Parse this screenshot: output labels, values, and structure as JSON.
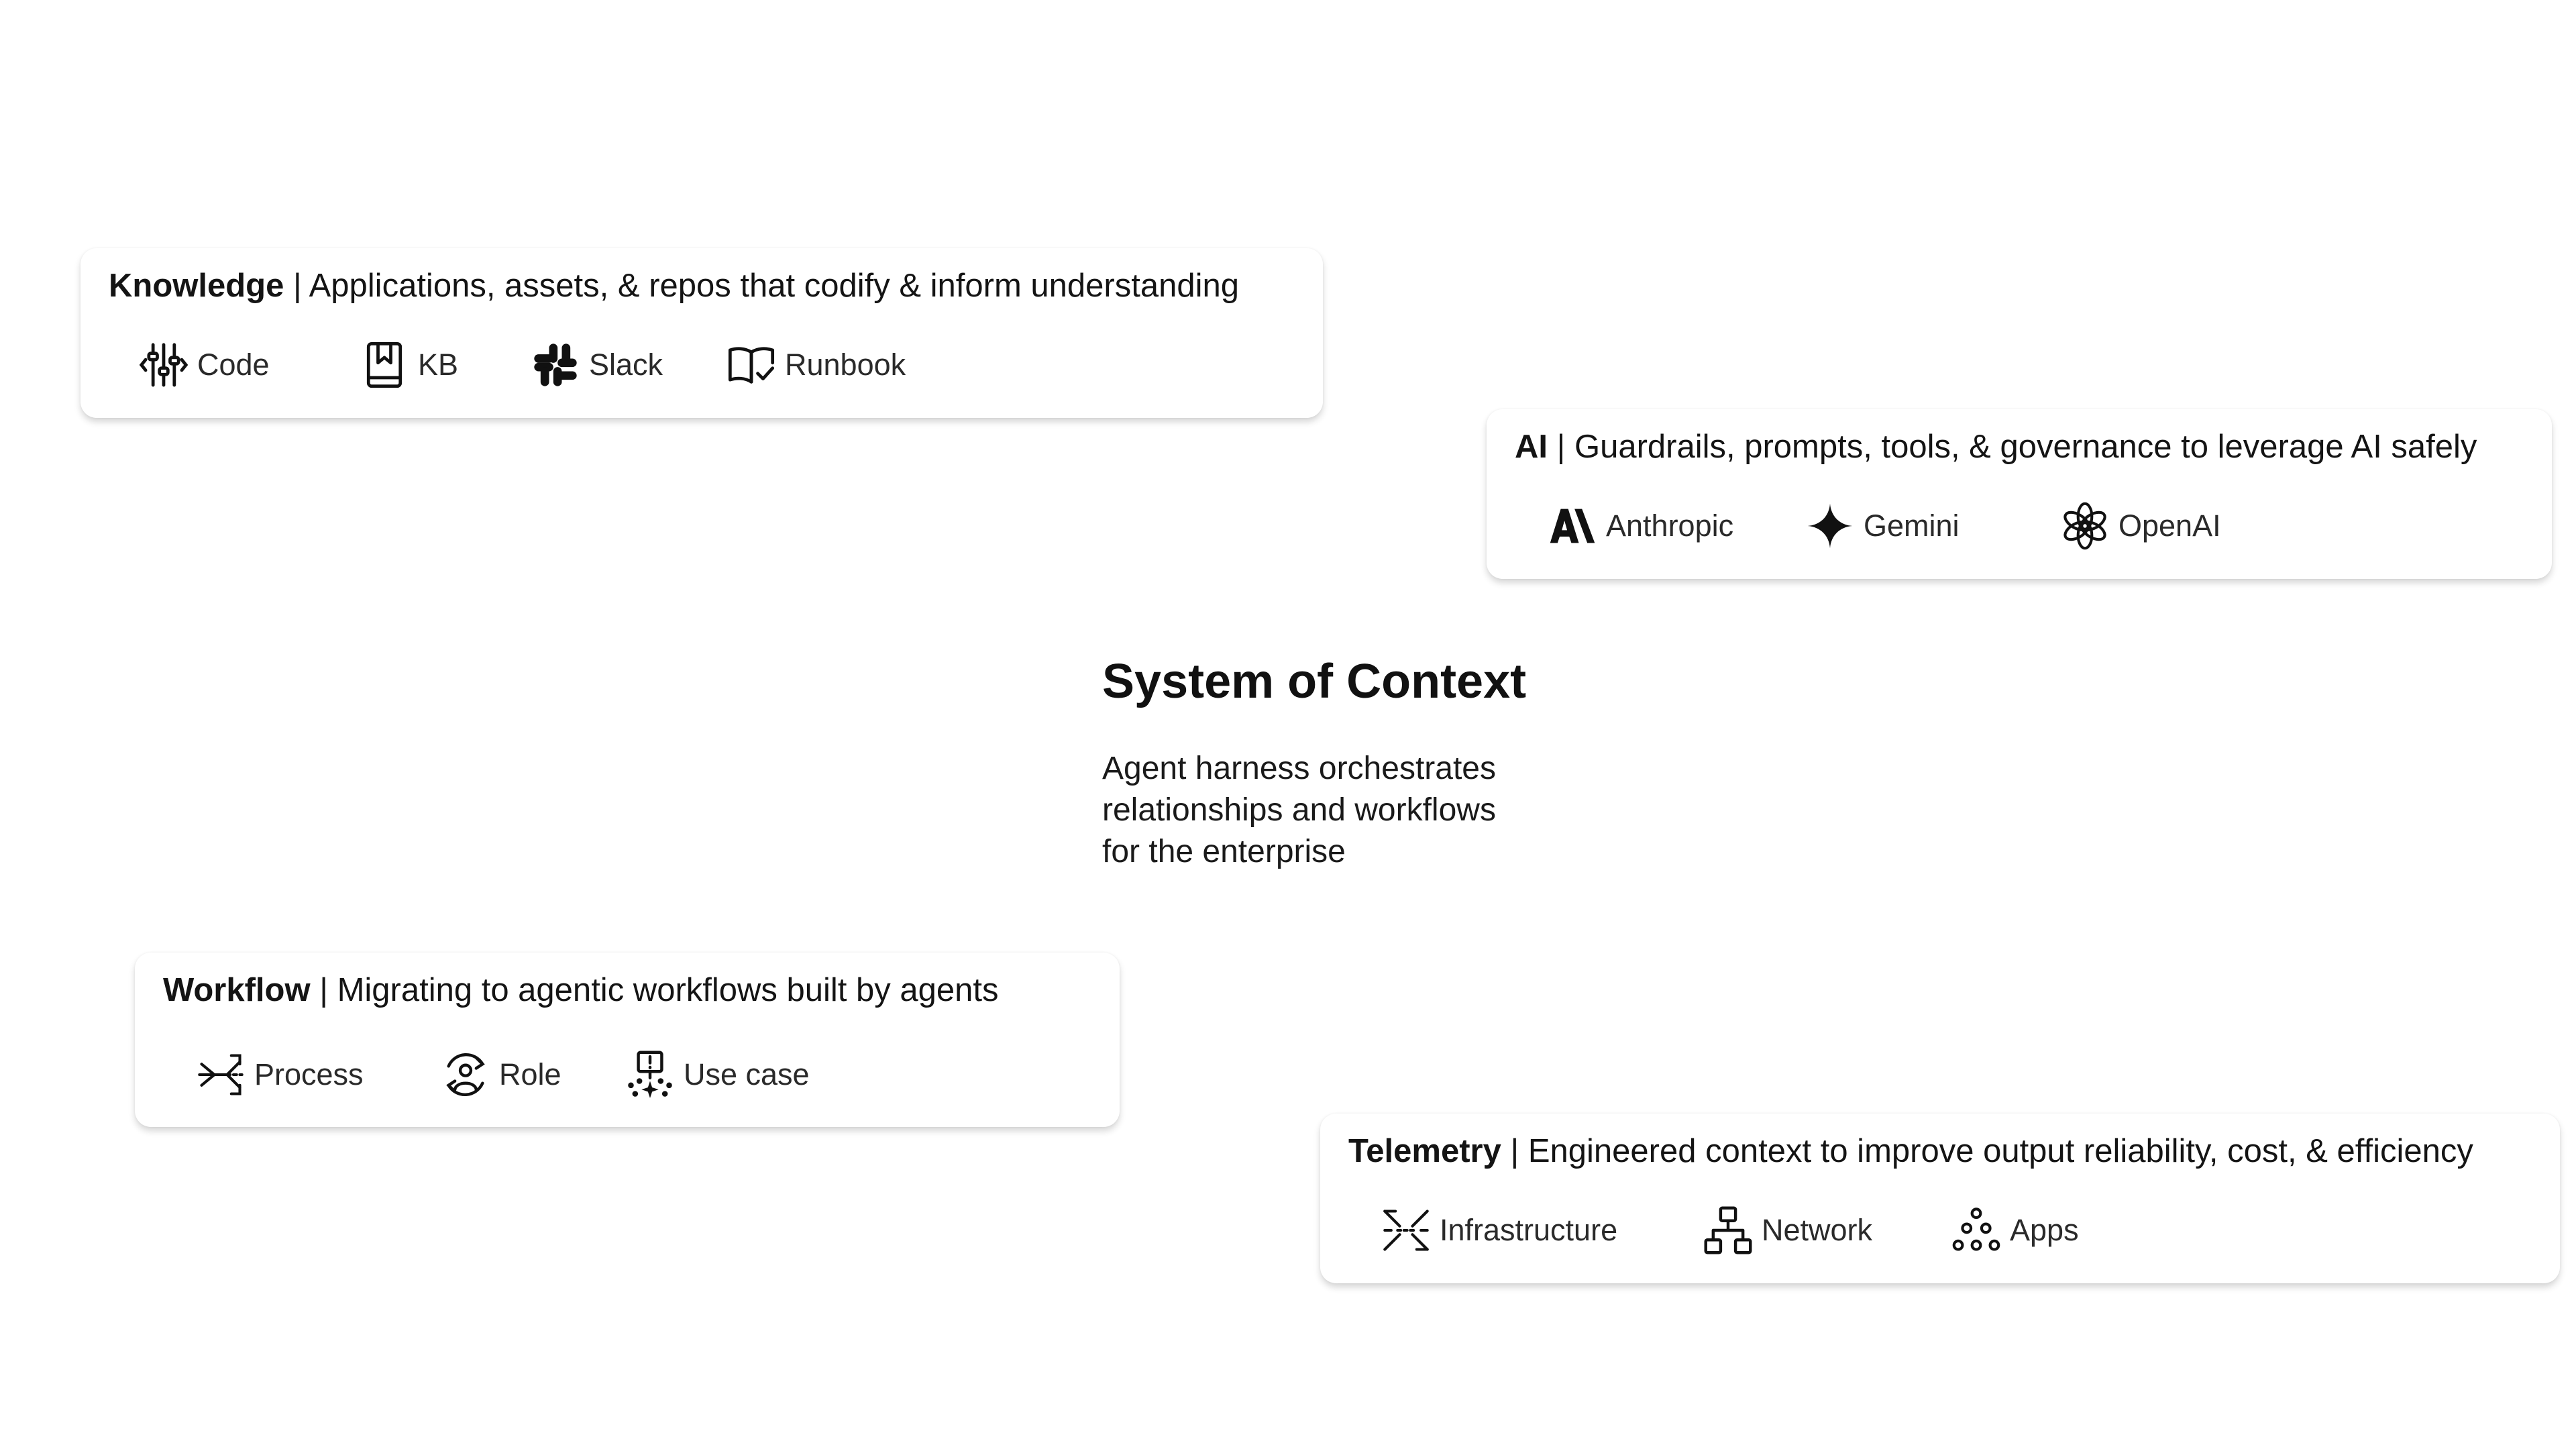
{
  "center": {
    "title": "System of Context",
    "lines": [
      "Agent harness orchestrates",
      "relationships and workflows",
      "for the enterprise"
    ]
  },
  "knowledge": {
    "title": "Knowledge",
    "sep": " | ",
    "desc": "Applications, assets, & repos that codify & inform understanding",
    "items": [
      {
        "label": "Code",
        "icon": "code-sliders-icon"
      },
      {
        "label": "KB",
        "icon": "bookmark-book-icon"
      },
      {
        "label": "Slack",
        "icon": "slack-icon"
      },
      {
        "label": "Runbook",
        "icon": "open-book-check-icon"
      }
    ]
  },
  "ai": {
    "title": "AI",
    "sep": " | ",
    "desc": "Guardrails, prompts, tools, & governance to leverage AI safely",
    "items": [
      {
        "label": "Anthropic",
        "icon": "anthropic-icon"
      },
      {
        "label": "Gemini",
        "icon": "gemini-sparkle-icon"
      },
      {
        "label": "OpenAI",
        "icon": "openai-icon"
      }
    ]
  },
  "workflow": {
    "title": "Workflow",
    "sep": " | ",
    "desc": "Migrating to agentic workflows built by agents",
    "items": [
      {
        "label": "Process",
        "icon": "process-flow-icon"
      },
      {
        "label": "Role",
        "icon": "role-person-icon"
      },
      {
        "label": "Use case",
        "icon": "use-case-alert-icon"
      }
    ]
  },
  "telemetry": {
    "title": "Telemetry",
    "sep": " | ",
    "desc": "Engineered context to improve output reliability, cost, & efficiency",
    "items": [
      {
        "label": "Infrastructure",
        "icon": "infrastructure-icon"
      },
      {
        "label": "Network",
        "icon": "network-tree-icon"
      },
      {
        "label": "Apps",
        "icon": "apps-dots-icon"
      }
    ]
  },
  "colors": {
    "background": "#ffffff",
    "text": "#111111",
    "card": "#ffffff"
  }
}
